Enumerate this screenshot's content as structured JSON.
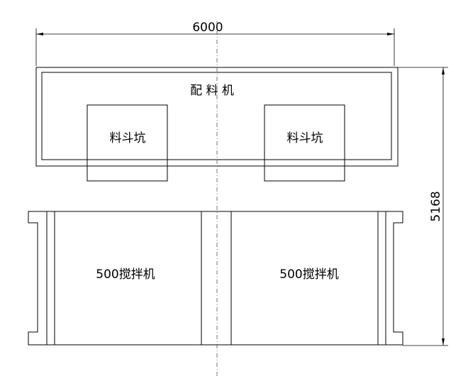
{
  "dimensions": {
    "width_label": "6000",
    "height_label": "5168"
  },
  "labels": {
    "batcher": "配  料  机",
    "hopper_left": "料斗坑",
    "hopper_right": "料斗坑",
    "mixer_left": "500搅拌机",
    "mixer_right": "500搅拌机"
  }
}
